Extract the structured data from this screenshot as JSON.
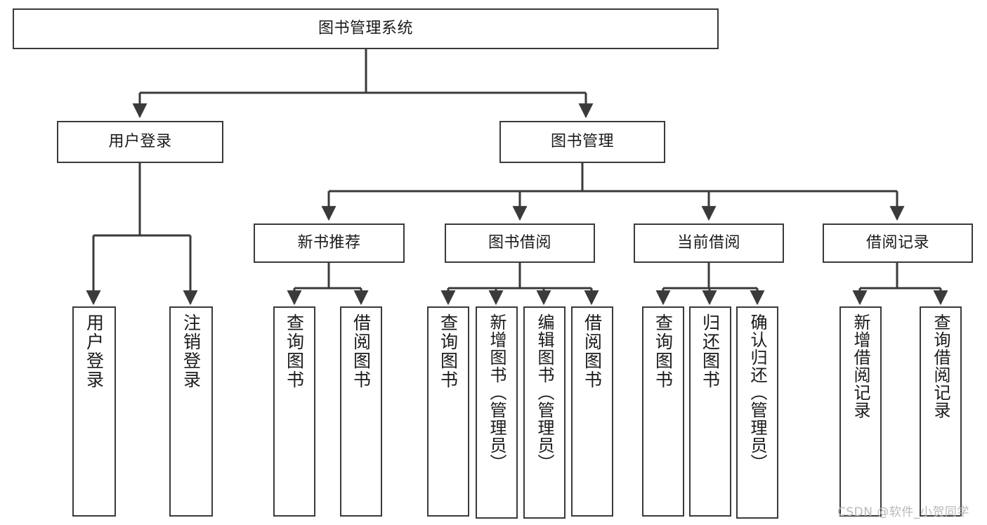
{
  "diagram": {
    "type": "tree-hierarchy-chart",
    "title": "图书管理系统",
    "watermark": "CSDN @软件_小贺同学",
    "colors": {
      "border": "#3a3a3a",
      "background": "#ffffff",
      "text": "#1a1a1a",
      "watermark": "#b9b9b9"
    },
    "nodes": {
      "root": "图书管理系统",
      "level2": [
        "用户登录",
        "图书管理"
      ],
      "level3": [
        "新书推荐",
        "图书借阅",
        "当前借阅",
        "借阅记录"
      ],
      "leaves": {
        "user_login": [
          "用户登录",
          "注销登录"
        ],
        "new_book_recommend": [
          "查询图书",
          "借阅图书"
        ],
        "book_borrow": [
          "查询图书",
          "新增图书（管理员）",
          "编辑图书（管理员）",
          "借阅图书"
        ],
        "current_borrow": [
          "查询图书",
          "归还图书",
          "确认归还（管理员）"
        ],
        "borrow_record": [
          "新增借阅记录",
          "查询借阅记录"
        ]
      }
    }
  }
}
